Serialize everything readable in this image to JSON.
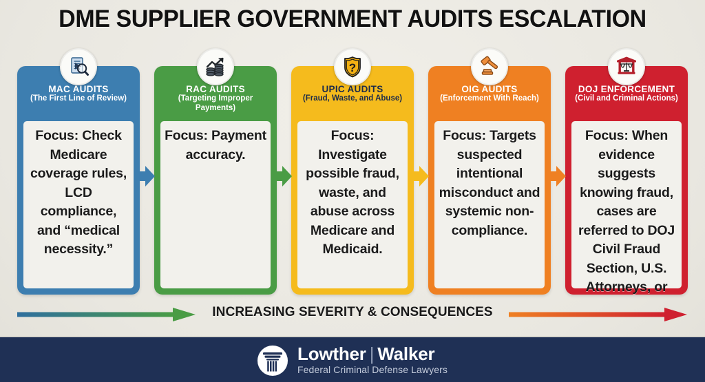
{
  "title": "DME SUPPLIER GOVERNMENT AUDITS ESCALATION",
  "colors": {
    "background": "#eceae4",
    "card1": "#3d7eb0",
    "card2": "#4a9c45",
    "card3": "#f5bb1d",
    "card4": "#ef8022",
    "card5": "#cf202f",
    "footer": "#1f3055",
    "title_text": "#111111"
  },
  "cards": [
    {
      "id": "mac-audits",
      "title": "MAC AUDITS",
      "subtitle": "(The First Line of Review)",
      "body": "Focus: Check Medicare coverage rules, LCD compliance, and “medical necessity.”",
      "icon": "document-magnifier-icon",
      "color": "#3d7eb0",
      "header_text_color": "#ffffff"
    },
    {
      "id": "rac-audits",
      "title": "RAC AUDITS",
      "subtitle": "(Targeting Improper Payments)",
      "body": "Focus: Payment accuracy.",
      "icon": "coins-growth-chart-icon",
      "color": "#4a9c45",
      "header_text_color": "#ffffff"
    },
    {
      "id": "upic-audits",
      "title": "UPIC AUDITS",
      "subtitle": "(Fraud, Waste, and Abuse)",
      "body": "Focus: Investigate possible fraud, waste, and abuse across Medicare and Medicaid.",
      "icon": "shield-question-icon",
      "color": "#f5bb1d",
      "header_text_color": "#1c2b4a"
    },
    {
      "id": "oig-audits",
      "title": "OIG AUDITS",
      "subtitle": "(Enforcement With Reach)",
      "body": "Focus: Targets suspected intentional misconduct and systemic non-compliance.",
      "icon": "gavel-icon",
      "color": "#ef8022",
      "header_text_color": "#ffffff"
    },
    {
      "id": "doj-enforcement",
      "title": "DOJ ENFORCEMENT",
      "subtitle": "(Civil and Criminal Actions)",
      "body": "Focus: When evidence suggests knowing fraud, cases are referred to DOJ Civil Fraud Section, U.S. Attorneys, or Medicare Fraud Strike Forces.",
      "icon": "courthouse-scales-icon",
      "color": "#cf202f",
      "header_text_color": "#ffffff"
    }
  ],
  "connectors": [
    {
      "name": "arrow-mac-to-rac",
      "color": "#3d7eb0"
    },
    {
      "name": "arrow-rac-to-upic",
      "color": "#4a9c45"
    },
    {
      "name": "arrow-upic-to-oig",
      "color": "#f5bb1d"
    },
    {
      "name": "arrow-oig-to-doj",
      "color": "#ef8022"
    }
  ],
  "severity": {
    "label": "INCREASING SEVERITY & CONSEQUENCES",
    "left_arrow_from": "#2f6f9e",
    "left_arrow_to": "#4a9c45",
    "right_arrow_from": "#ef8022",
    "right_arrow_to": "#cf202f"
  },
  "footer": {
    "logo": "column-pillar-icon",
    "name_first": "Lowther",
    "name_separator": "|",
    "name_second": "Walker",
    "tagline": "Federal Criminal Defense Lawyers"
  }
}
